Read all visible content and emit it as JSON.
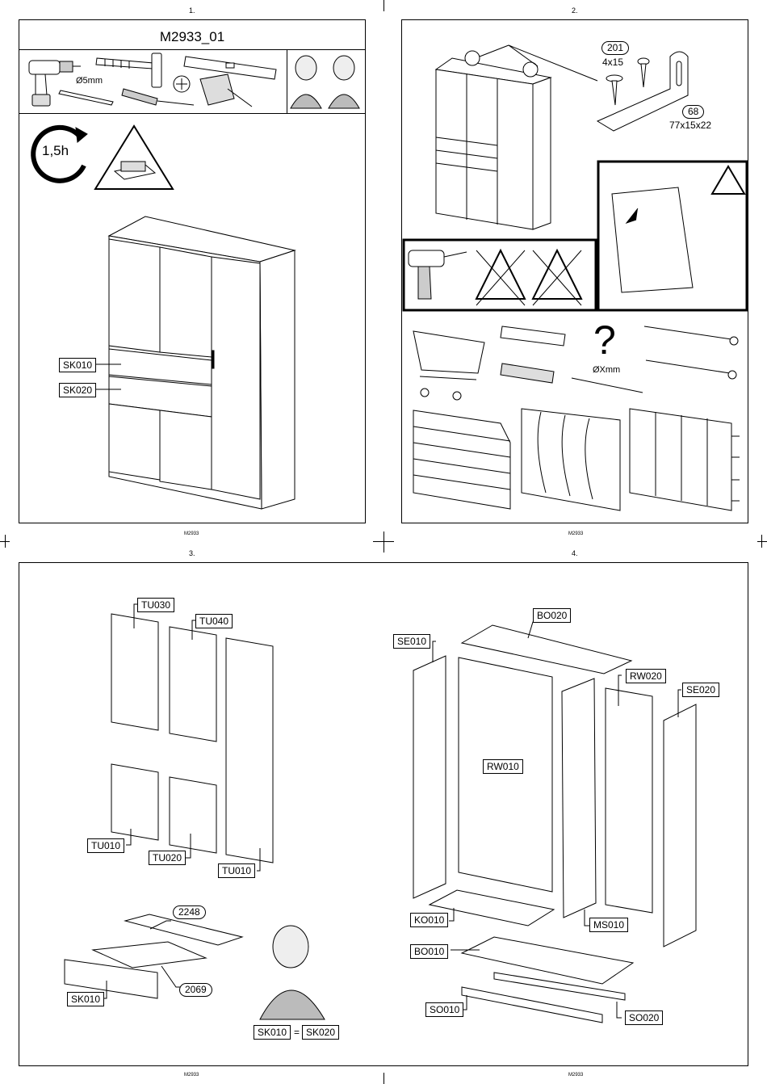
{
  "page_numbers": [
    "1.",
    "2.",
    "3.",
    "4."
  ],
  "footer_code": "M2933",
  "page1": {
    "title": "M2933_01",
    "drill_bit_size": "Ø5mm",
    "duration": "1,5h",
    "labels": [
      "SK010",
      "SK020"
    ]
  },
  "page2": {
    "screw_201": {
      "number": "201",
      "size": "4x15"
    },
    "bracket_68": {
      "number": "68",
      "size": "77x15x22"
    },
    "warning_mark": "!",
    "question_mark": "?",
    "drill_diameter": "ØXmm"
  },
  "page3": {
    "labels": [
      "TU030",
      "TU040",
      "TU010",
      "TU020",
      "TU010",
      "SK010"
    ],
    "ovals": [
      "2248",
      "2069"
    ],
    "equation": {
      "left": "SK010",
      "op": "=",
      "right": "SK020"
    }
  },
  "page4": {
    "labels": [
      "BO020",
      "SE010",
      "RW020",
      "SE020",
      "RW010",
      "KO010",
      "MS010",
      "BO010",
      "SO010",
      "SO020"
    ]
  }
}
